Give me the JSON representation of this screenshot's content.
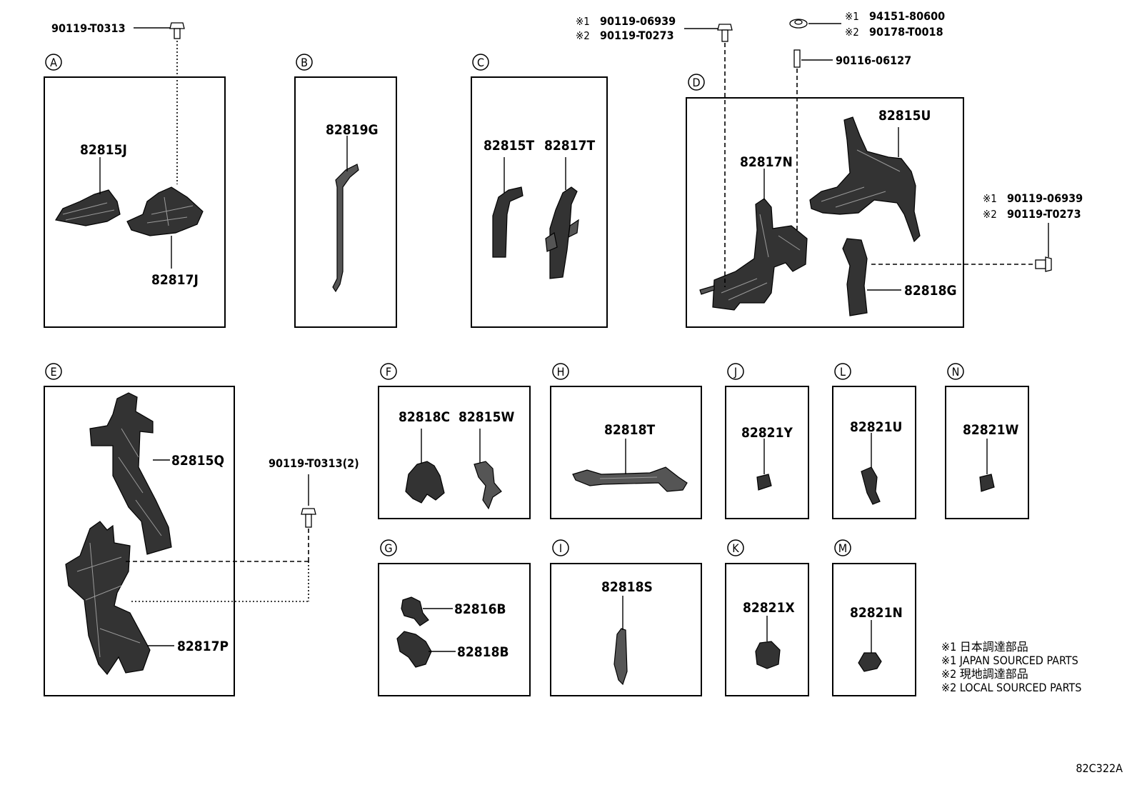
{
  "groups": [
    {
      "letter": "A",
      "parts": [
        "82815J",
        "82817J"
      ]
    },
    {
      "letter": "B",
      "parts": [
        "82819G"
      ]
    },
    {
      "letter": "C",
      "parts": [
        "82815T",
        "82817T"
      ]
    },
    {
      "letter": "D",
      "parts": [
        "82815U",
        "82817N",
        "82818G"
      ]
    },
    {
      "letter": "E",
      "parts": [
        "82815Q",
        "82817P"
      ]
    },
    {
      "letter": "F",
      "parts": [
        "82818C",
        "82815W"
      ]
    },
    {
      "letter": "G",
      "parts": [
        "82816B",
        "82818B"
      ]
    },
    {
      "letter": "H",
      "parts": [
        "82818T"
      ]
    },
    {
      "letter": "I",
      "parts": [
        "82818S"
      ]
    },
    {
      "letter": "J",
      "parts": [
        "82821Y"
      ]
    },
    {
      "letter": "K",
      "parts": [
        "82821X"
      ]
    },
    {
      "letter": "L",
      "parts": [
        "82821U"
      ]
    },
    {
      "letter": "M",
      "parts": [
        "82821N"
      ]
    },
    {
      "letter": "N",
      "parts": [
        "82821W"
      ]
    }
  ],
  "fasteners": {
    "a_bolt": "90119-T0313",
    "d_bolt_1": "90119-06939",
    "d_bolt_2": "90119-T0273",
    "d_nut_1": "94151-80600",
    "d_nut_2": "90178-T0018",
    "d_stud": "90116-06127",
    "d_side_bolt_1": "90119-06939",
    "d_side_bolt_2": "90119-T0273",
    "e_bolt": "90119-T0313(2)"
  },
  "callout_marks": {
    "one": "※1",
    "two": "※2"
  },
  "notes": [
    "※1 日本調達部品",
    "※1 JAPAN SOURCED PARTS",
    "※2 現地調達部品",
    "※2 LOCAL SOURCED PARTS"
  ],
  "diagram_code": "82C322A"
}
